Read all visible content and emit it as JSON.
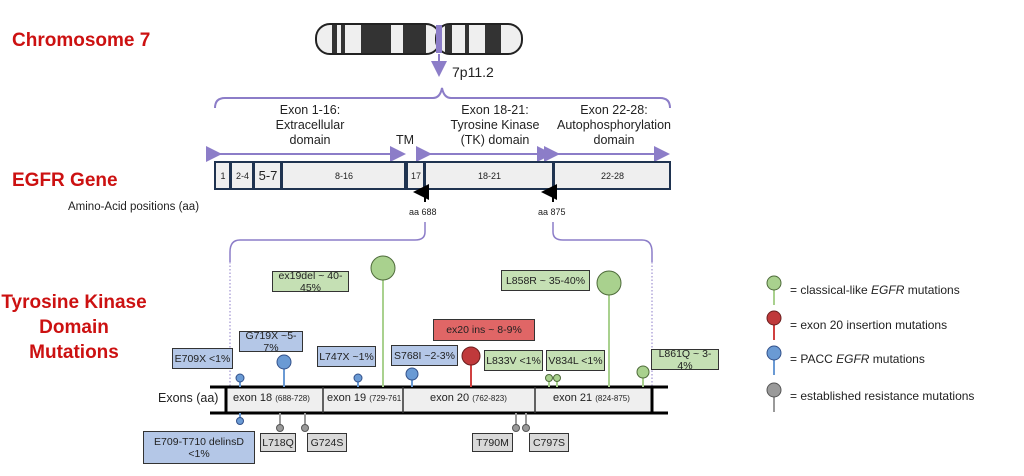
{
  "titles": {
    "chromosome": "Chromosome 7",
    "gene": "EGFR Gene",
    "tk_line1": "Tyrosine Kinase",
    "tk_line2": "Domain",
    "tk_line3": "Mutations"
  },
  "chromosome": {
    "locus": "7p11.2"
  },
  "domains": {
    "extracellular": [
      "Exon 1-16:",
      "Extracellular",
      "domain"
    ],
    "tm": "TM",
    "tk": [
      "Exon 18-21:",
      "Tyrosine Kinase",
      "(TK) domain"
    ],
    "auto": [
      "Exon 22-28:",
      "Autophosphorylation",
      "domain"
    ]
  },
  "gene_exons": [
    "1",
    "2-4",
    "5-7",
    "8-16",
    "17",
    "18-21",
    "22-28"
  ],
  "aa_label": "Amino-Acid positions (aa)",
  "aa_markers": [
    "aa 688",
    "aa 875"
  ],
  "exons_label": "Exons (aa)",
  "tk_exons": [
    {
      "name": "exon 18",
      "range": "(688-728)"
    },
    {
      "name": "exon 19",
      "range": "(729-761"
    },
    {
      "name": "exon 20",
      "range": "(762-823)"
    },
    {
      "name": "exon 21",
      "range": "(824-875)"
    }
  ],
  "mutations_above": [
    "E709X <1%",
    "G719X ~5-7%",
    "L747X ~1%",
    "ex19del ~ 40-45%",
    "S768I ~2-3%",
    "ex20 ins ~ 8-9%",
    "L833V <1%",
    "V834L <1%",
    "L858R ~ 35-40%",
    "L861Q ~ 3-4%"
  ],
  "mutations_below": [
    "E709-T710 delinsD",
    "<1%",
    "L718Q",
    "G724S",
    "T790M",
    "C797S"
  ],
  "legend": [
    {
      "label_pre": "= classical-like ",
      "label_em": "EGFR",
      "label_post": " mutations",
      "color": "#a9d18e"
    },
    {
      "label_pre": "= exon 20 insertion mutations",
      "label_em": "",
      "label_post": "",
      "color": "#c0393b"
    },
    {
      "label_pre": "= PACC ",
      "label_em": "EGFR",
      "label_post": " mutations",
      "color": "#6a9ad4"
    },
    {
      "label_pre": "= established resistance mutations",
      "label_em": "",
      "label_post": "",
      "color": "#9a9a9a"
    }
  ],
  "colors": {
    "accent": "#8c7dc8",
    "title_red": "#cc1111",
    "classical": "#a9d18e",
    "ex20": "#c0393b",
    "pacc": "#6a9ad4",
    "resistance": "#9a9a9a"
  }
}
